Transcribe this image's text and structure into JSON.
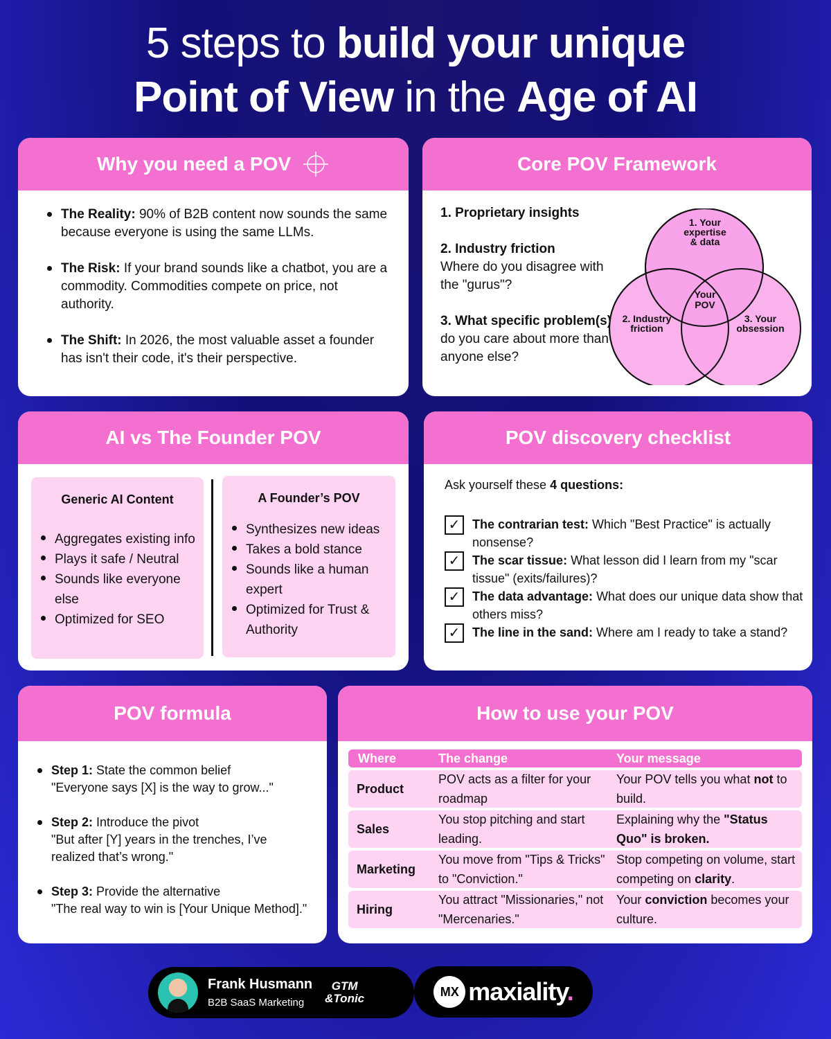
{
  "title": {
    "line1_light": "5 steps to",
    "line1_bold": "build your unique",
    "line2_bold": "Point of View",
    "line2_light": "in the",
    "line2_bold2": "Age of AI"
  },
  "why": {
    "heading": "Why you need a POV",
    "items": [
      {
        "label": "The Reality:",
        "text": "90% of B2B content now sounds the same because everyone is using the same LLMs."
      },
      {
        "label": "The Risk:",
        "text": "If your brand sounds like a chatbot, you are a commodity. Commodities compete on price, not authority."
      },
      {
        "label": "The Shift:",
        "text": "In 2026, the most valuable asset a founder has isn't their code, it's their perspective."
      }
    ]
  },
  "framework": {
    "heading": "Core POV Framework",
    "p1": "1. Proprietary insights",
    "p2_bold": "2. Industry friction",
    "p2_text": "Where do you disagree with the \"gurus\"?",
    "p3_bold": "3. What specific problem(s)",
    "p3_text": "do you care about more than anyone else?",
    "venn": {
      "top_l1": "1. Your",
      "top_l2": "expertise",
      "top_l3": "& data",
      "left_l1": "2. Industry",
      "left_l2": "friction",
      "right_l1": "3. Your",
      "right_l2": "obsession",
      "center_l1": "Your",
      "center_l2": "POV"
    }
  },
  "ai_vs": {
    "heading": "AI vs The Founder POV",
    "left_title": "Generic AI Content",
    "left_items": [
      "Aggregates existing info",
      "Plays it safe / Neutral",
      "Sounds like everyone else",
      "Optimized for SEO"
    ],
    "right_title": "A Founder’s POV",
    "right_items": [
      "Synthesizes new ideas",
      "Takes a bold stance",
      "Sounds like a human expert",
      "Optimized for Trust & Authority"
    ]
  },
  "checklist": {
    "heading": "POV discovery checklist",
    "intro_text": "Ask yourself these",
    "intro_bold": "4 questions:",
    "items": [
      {
        "label": "The contrarian test:",
        "text": "Which \"Best Practice\" is actually nonsense?"
      },
      {
        "label": "The scar tissue:",
        "text": "What lesson did I learn from my \"scar tissue\" (exits/failures)?"
      },
      {
        "label": "The data advantage:",
        "text": "What does our unique data show that others miss?"
      },
      {
        "label": "The line in the sand:",
        "text": "Where am I ready to take a stand?"
      }
    ],
    "check_glyph": "✓"
  },
  "formula": {
    "heading": "POV formula",
    "steps": [
      {
        "label": "Step 1:",
        "text": "State the common belief",
        "quote": "\"Everyone says [X] is the way to grow...\""
      },
      {
        "label": "Step 2:",
        "text": "Introduce the pivot",
        "quote": "\"But after [Y] years in the trenches, I’ve realized that’s wrong.\""
      },
      {
        "label": "Step 3:",
        "text": "Provide the alternative",
        "quote": "\"The real way to win is [Your Unique Method].\""
      }
    ]
  },
  "usage": {
    "heading": "How to use your POV",
    "col_where": "Where",
    "col_change": "The change",
    "col_message": "Your message",
    "rows": [
      {
        "where": "Product",
        "change": "POV acts as a filter for your roadmap",
        "msg_a": "Your POV tells you what ",
        "msg_b": "not",
        "msg_c": " to build."
      },
      {
        "where": "Sales",
        "change": "You stop pitching and start leading.",
        "msg_a": "Explaining why the ",
        "msg_b": "\"Status Quo\" is broken.",
        "msg_c": ""
      },
      {
        "where": "Marketing",
        "change": "You move from \"Tips & Tricks\" to \"Conviction.\"",
        "msg_a": "Stop competing on volume, start competing on ",
        "msg_b": "clarity",
        "msg_c": "."
      },
      {
        "where": "Hiring",
        "change": "You attract \"Missionaries,\" not \"Mercenaries.\"",
        "msg_a": "Your ",
        "msg_b": "conviction",
        "msg_c": " becomes your culture."
      }
    ]
  },
  "footer": {
    "name": "Frank Husmann",
    "role": "B2B SaaS Marketing",
    "gtm_l1": "GTM",
    "gtm_l2": "&Tonic",
    "mx": "MX",
    "brand": "maxiality",
    "brand_dot": ".",
    "accent": "#f470d0"
  }
}
